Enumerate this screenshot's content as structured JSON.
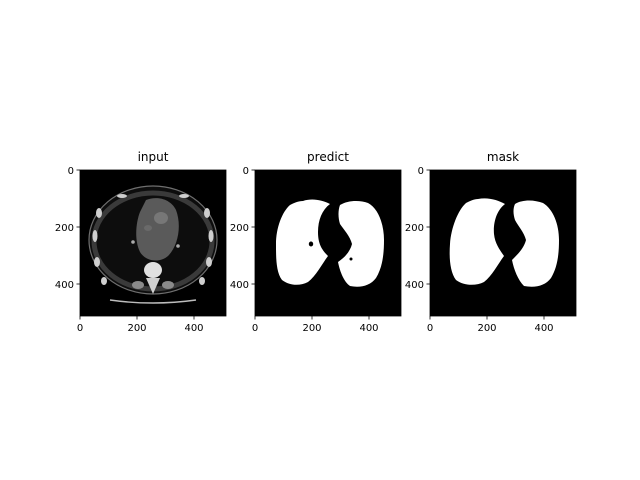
{
  "chart_data": [
    {
      "type": "image",
      "title": "input",
      "content": "grayscale axial CT slice of the chest",
      "xlim": [
        0,
        512
      ],
      "ylim": [
        512,
        0
      ],
      "xticks": [
        "0",
        "200",
        "400"
      ],
      "yticks": [
        "0",
        "200",
        "400"
      ],
      "cmap": "gray"
    },
    {
      "type": "image",
      "title": "predict",
      "content": "binary lung segmentation prediction",
      "xlim": [
        0,
        512
      ],
      "ylim": [
        512,
        0
      ],
      "xticks": [
        "0",
        "200",
        "400"
      ],
      "yticks": [
        "0",
        "200",
        "400"
      ],
      "cmap": "gray"
    },
    {
      "type": "image",
      "title": "mask",
      "content": "binary ground-truth lung mask",
      "xlim": [
        0,
        512
      ],
      "ylim": [
        512,
        0
      ],
      "xticks": [
        "0",
        "200",
        "400"
      ],
      "yticks": [
        "0",
        "200",
        "400"
      ],
      "cmap": "gray"
    }
  ],
  "colors": {
    "background": "#ffffff",
    "image_bg": "#000000",
    "mask_fg": "#ffffff",
    "ct_soft_tissue": "#595959",
    "ct_bone": "#d8d8d8"
  }
}
